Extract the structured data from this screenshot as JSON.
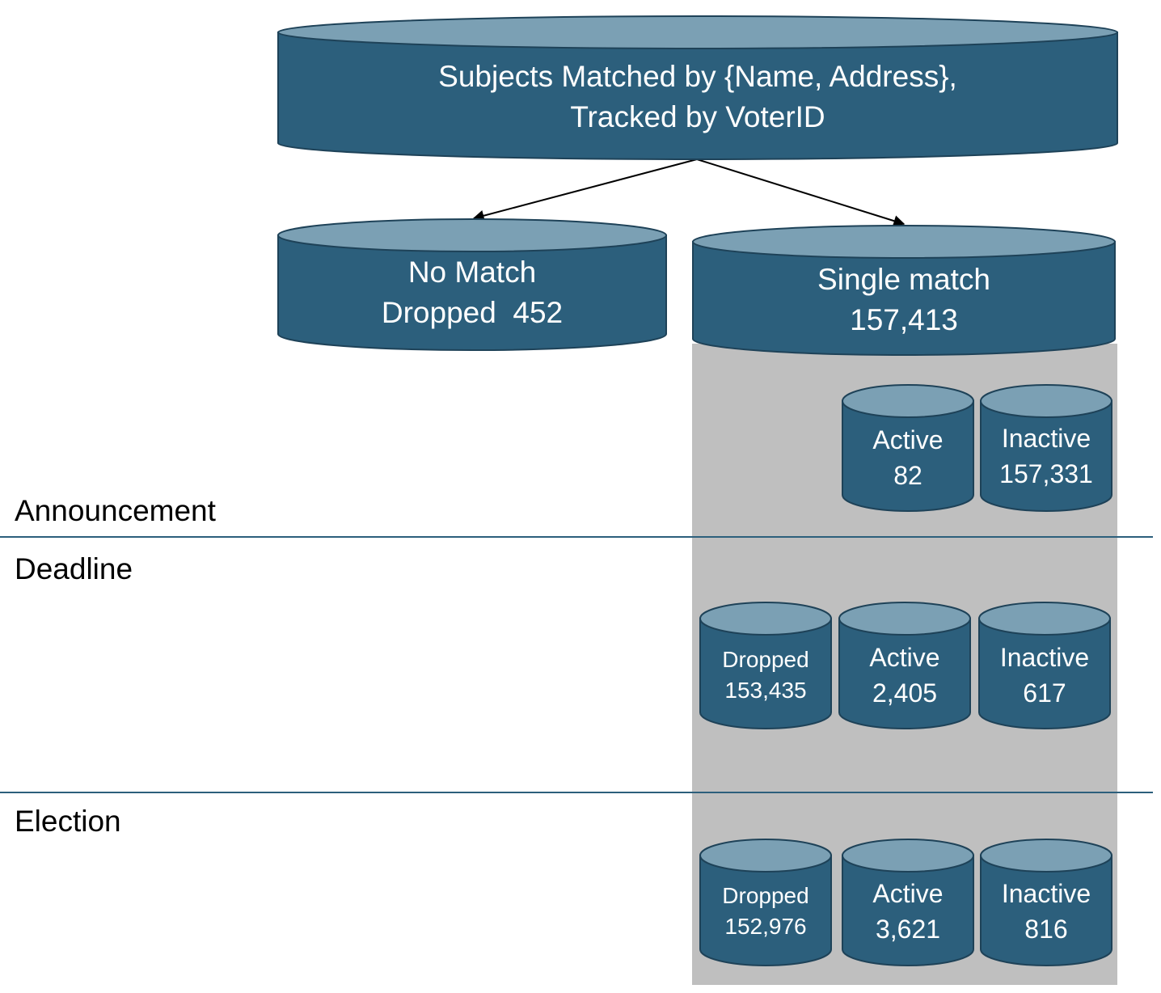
{
  "colors": {
    "cylinder_body": "#2c5f7c",
    "cylinder_top": "#7ba0b4",
    "outline": "#1e4258",
    "band": "#bfbfbf",
    "divider": "#2c5f7c"
  },
  "top_node": {
    "line1": "Subjects Matched by {Name, Address},",
    "line2": "Tracked by VoterID"
  },
  "no_match": {
    "line1": "No Match",
    "line2": "Dropped  452"
  },
  "single_match": {
    "line1": "Single match",
    "line2": "157,413"
  },
  "stages": {
    "announcement": {
      "label": "Announcement",
      "active": {
        "label": "Active",
        "value": "82"
      },
      "inactive": {
        "label": "Inactive",
        "value": "157,331"
      }
    },
    "deadline": {
      "label": "Deadline",
      "dropped": {
        "label": "Dropped",
        "value": "153,435"
      },
      "active": {
        "label": "Active",
        "value": "2,405"
      },
      "inactive": {
        "label": "Inactive",
        "value": "617"
      }
    },
    "election": {
      "label": "Election",
      "dropped": {
        "label": "Dropped",
        "value": "152,976"
      },
      "active": {
        "label": "Active",
        "value": "3,621"
      },
      "inactive": {
        "label": "Inactive",
        "value": "816"
      }
    }
  }
}
